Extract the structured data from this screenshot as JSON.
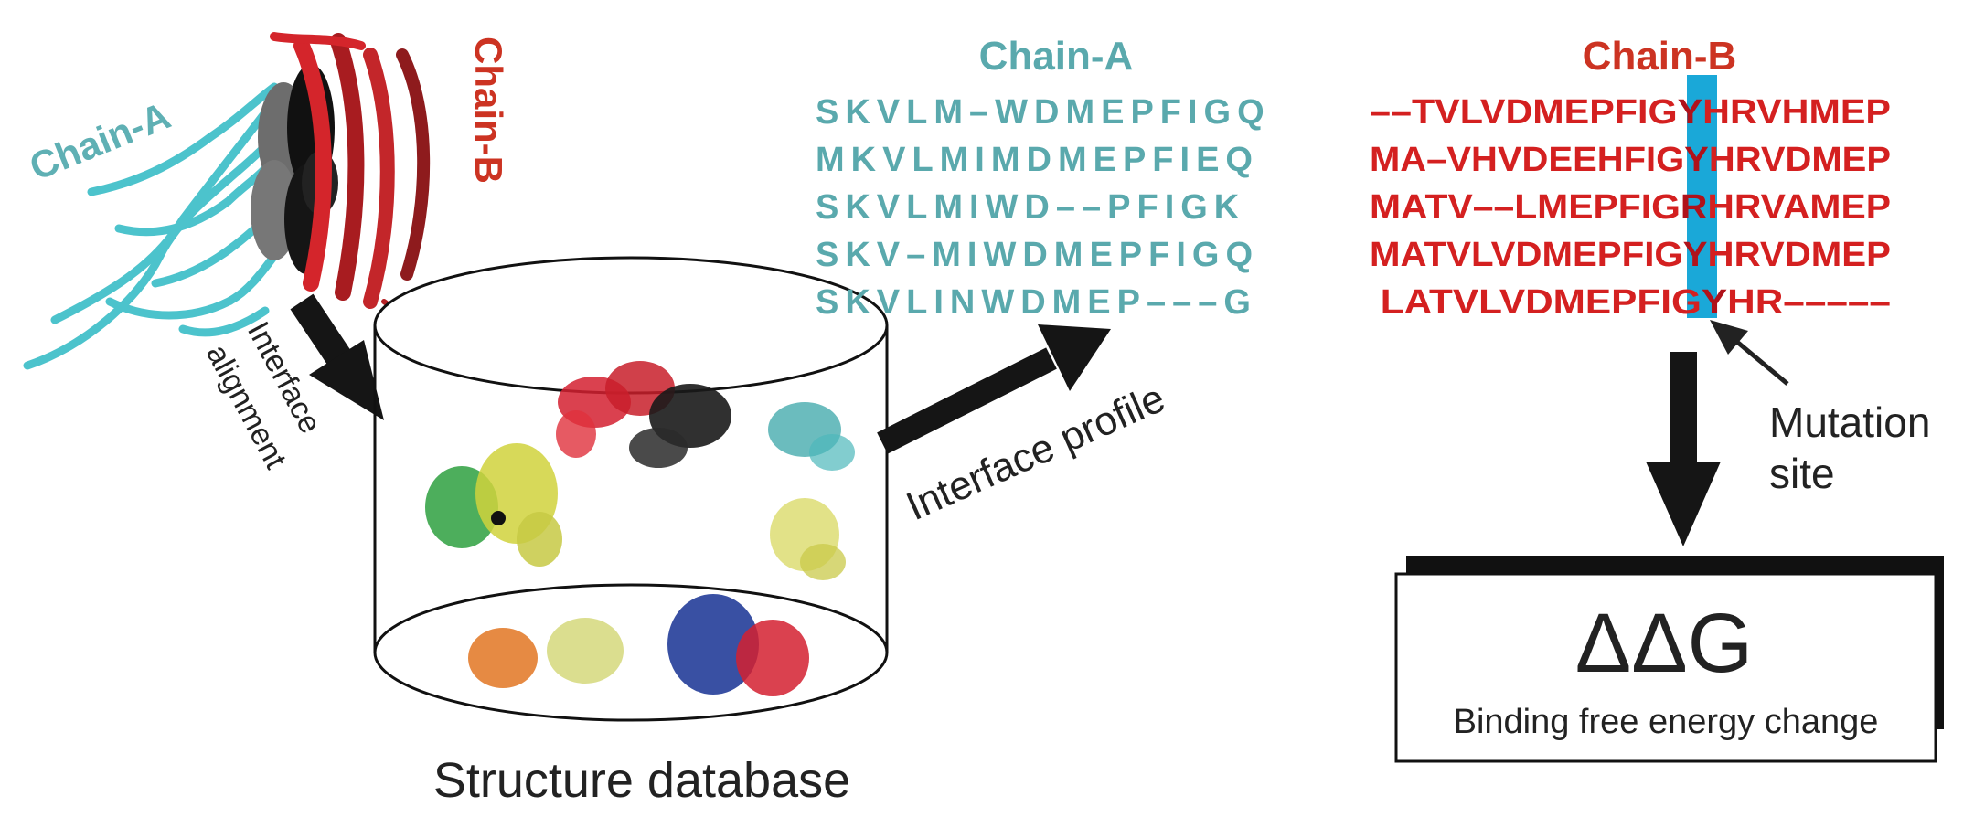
{
  "protein": {
    "chain_a_label": "Chain-A",
    "chain_b_label": "Chain-B",
    "chain_a_color": "#5fb0b4",
    "chain_b_color": "#cc3322"
  },
  "interface_alignment_label": [
    "Interface",
    "alignment"
  ],
  "database": {
    "label": "Structure database"
  },
  "interface_profile_label": "Interface profile",
  "alignment": {
    "chain_a_title": "Chain-A",
    "chain_b_title": "Chain-B",
    "chain_a_color": "#5aa9ad",
    "chain_b_color": "#d42020",
    "highlight_color": "#1aa8d8",
    "chain_a_rows": [
      "SKVLM–WDMEPFIGQ",
      "MKVLMIMDMEPFIEQ",
      "SKVLMIWD––PFIGK",
      "SKV–MIWDMEPFIGQ",
      "SKVLINWDMEP–––G"
    ],
    "chain_b_rows": [
      {
        "pre": "––TVLVDMEPFIG",
        "site": "Y",
        "post": "HRVHMEP"
      },
      {
        "pre": "MA–VHVDEEHFIG",
        "site": "Y",
        "post": "HRVDMEP"
      },
      {
        "pre": "MATV––LMEPFIG",
        "site": "R",
        "post": "HRVAMEP"
      },
      {
        "pre": "MATVLVDMEPFIG",
        "site": "Y",
        "post": "HRVDMEP"
      },
      {
        "pre": " LATVLVDMEPFIG",
        "site": "Y",
        "post": "HR–––––"
      }
    ]
  },
  "mutation_label": [
    "Mutation",
    "site"
  ],
  "result": {
    "symbol": "ΔΔG",
    "caption": "Binding free energy change"
  }
}
